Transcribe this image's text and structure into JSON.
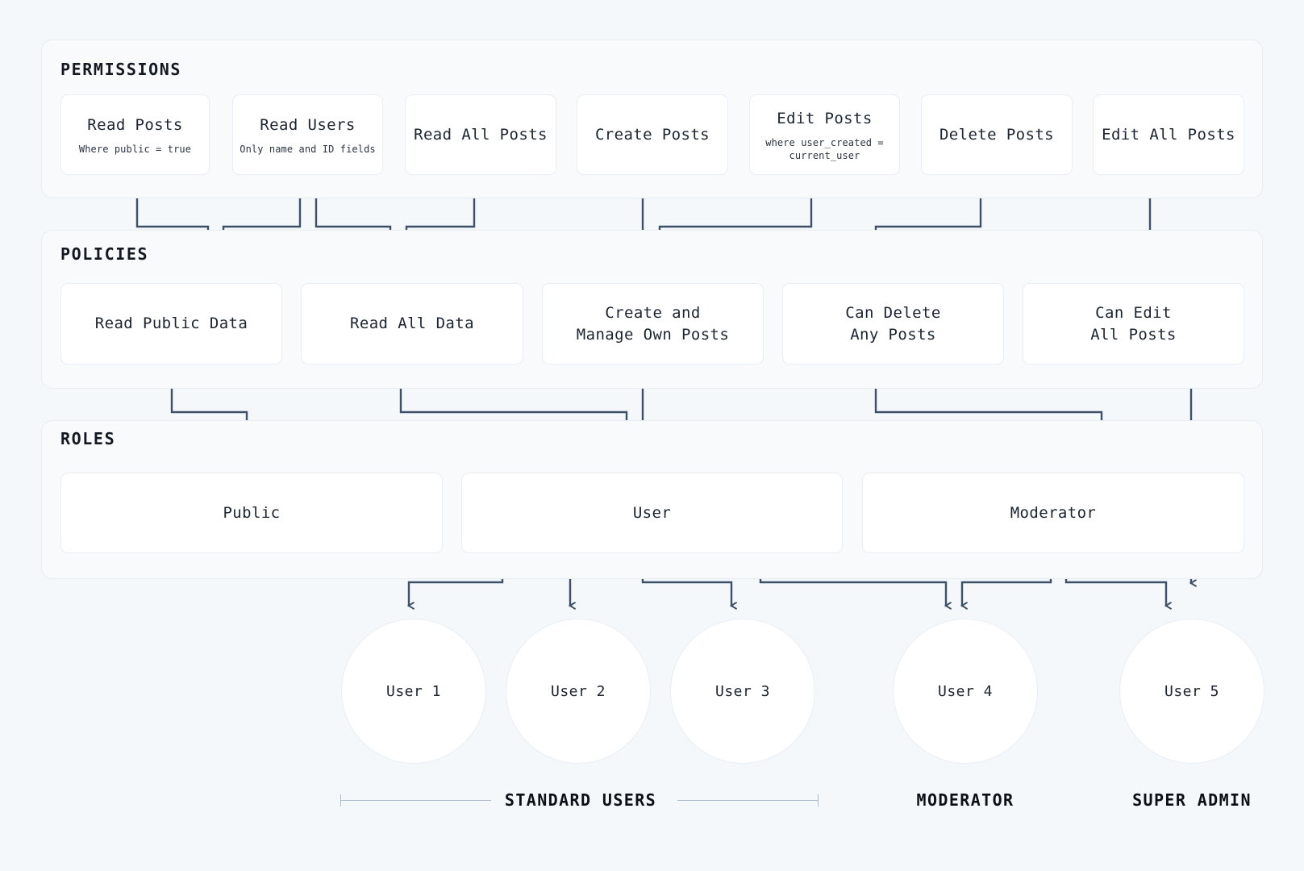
{
  "theme": {
    "page_bg": "#f4f8fb",
    "band_bg": "#f8fafc",
    "card_bg": "#ffffff",
    "border": "#e9eef4",
    "connector": "#3e5067",
    "text": "#1b2430"
  },
  "sections": {
    "permissions": {
      "title": "PERMISSIONS"
    },
    "policies": {
      "title": "POLICIES"
    },
    "roles": {
      "title": "ROLES"
    }
  },
  "permissions": [
    {
      "title": "Read Posts",
      "sub": "Where public = true"
    },
    {
      "title": "Read Users",
      "sub": "Only name and ID fields"
    },
    {
      "title": "Read All Posts",
      "sub": ""
    },
    {
      "title": "Create Posts",
      "sub": ""
    },
    {
      "title": "Edit Posts",
      "sub": "where user_created =\ncurrent_user"
    },
    {
      "title": "Delete Posts",
      "sub": ""
    },
    {
      "title": "Edit All Posts",
      "sub": ""
    }
  ],
  "policies": [
    {
      "title": "Read Public Data"
    },
    {
      "title": "Read All Data"
    },
    {
      "title": "Create and\nManage Own Posts"
    },
    {
      "title": "Can Delete\nAny Posts"
    },
    {
      "title": "Can Edit\nAll Posts"
    }
  ],
  "roles": [
    {
      "title": "Public"
    },
    {
      "title": "User"
    },
    {
      "title": "Moderator"
    }
  ],
  "users": [
    {
      "label": "User 1"
    },
    {
      "label": "User 2"
    },
    {
      "label": "User 3"
    },
    {
      "label": "User 4"
    },
    {
      "label": "User 5"
    }
  ],
  "group_labels": [
    {
      "label": "STANDARD USERS"
    },
    {
      "label": "MODERATOR"
    },
    {
      "label": "SUPER ADMIN"
    }
  ]
}
